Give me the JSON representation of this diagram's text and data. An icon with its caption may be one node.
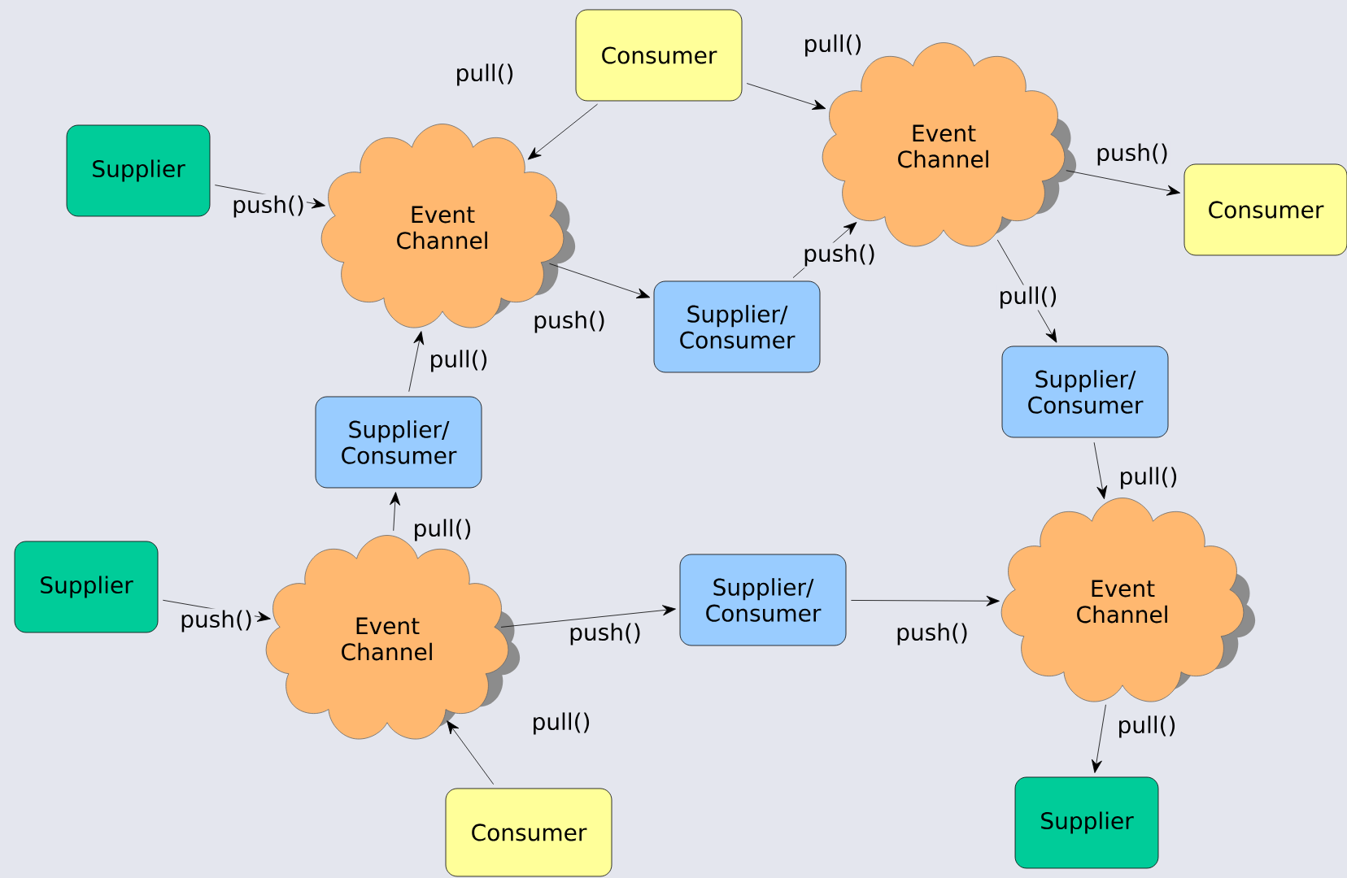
{
  "diagram": {
    "nodes": [
      {
        "text": [
          "Consumer"
        ]
      },
      {
        "text": [
          "Supplier"
        ]
      },
      {
        "text": [
          "Event Channel"
        ]
      },
      {
        "text": [
          "Event Channel"
        ]
      },
      {
        "text": [
          "Consumer"
        ]
      },
      {
        "text": [
          "Supplier/ Consumer"
        ]
      },
      {
        "text": [
          "Supplier/ Consumer"
        ]
      },
      {
        "text": [
          "Supplier/ Consumer"
        ]
      },
      {
        "text": [
          "Supplier"
        ]
      },
      {
        "text": [
          "Event Channel"
        ]
      },
      {
        "text": [
          "Supplier/ Consumer"
        ]
      },
      {
        "text": [
          "Event Channel"
        ]
      },
      {
        "text": [
          "Consumer"
        ]
      },
      {
        "text": [
          "Supplier"
        ]
      }
    ],
    "edges": [
      {
        "from": 0,
        "to": 2,
        "arrow": "to",
        "label": "pull()"
      },
      {
        "from": 0,
        "to": 3,
        "arrow": "to",
        "label": "pull()"
      },
      {
        "from": 1,
        "to": 2,
        "arrow": "to",
        "label": "push()"
      },
      {
        "from": 2,
        "to": 5,
        "arrow": "to",
        "label": "push()"
      },
      {
        "from": 5,
        "to": 3,
        "arrow": "to",
        "label": "push()"
      },
      {
        "from": 3,
        "to": 4,
        "arrow": "to",
        "label": "push()"
      },
      {
        "from": 3,
        "to": 7,
        "arrow": "to",
        "label": "pull()"
      },
      {
        "from": 6,
        "to": 2,
        "arrow": "to",
        "label": "pull()"
      },
      {
        "from": 9,
        "to": 6,
        "arrow": "to",
        "label": "pull()"
      },
      {
        "from": 8,
        "to": 9,
        "arrow": "to",
        "label": "push()"
      },
      {
        "from": 9,
        "to": 10,
        "arrow": "to",
        "label": "push()"
      },
      {
        "from": 10,
        "to": 11,
        "arrow": "to",
        "label": "push()"
      },
      {
        "from": 7,
        "to": 11,
        "arrow": "to",
        "label": "pull()"
      },
      {
        "from": 12,
        "to": 9,
        "arrow": "to",
        "label": "pull()"
      },
      {
        "from": 11,
        "to": 13,
        "arrow": "to",
        "label": "pull()"
      }
    ]
  }
}
